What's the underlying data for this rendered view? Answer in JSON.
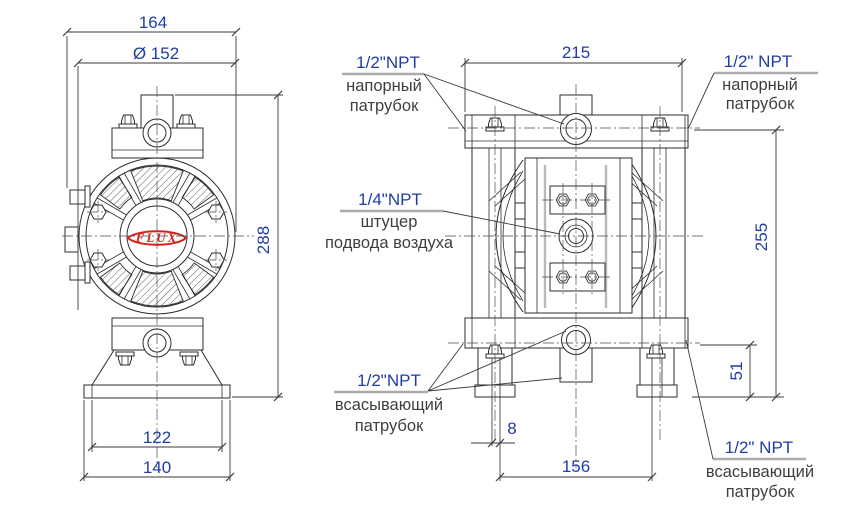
{
  "colors": {
    "dim": "#1f3da5",
    "label": "#3f3f3f",
    "line": "#2e2e2e",
    "underline": "#ababab",
    "logo": "#d0241c",
    "bg": "#ffffff"
  },
  "brand": {
    "logo_text": "FLUX"
  },
  "front_view": {
    "dims": {
      "overall_width": "164",
      "body_diameter": "Ø 152",
      "overall_height": "288",
      "base_slot_span": "122",
      "base_width": "140"
    }
  },
  "side_view": {
    "dims": {
      "manifold_width": "215",
      "port_center_height": "255",
      "foot_height": "51",
      "foot_slot_width": "8",
      "feet_span": "156"
    }
  },
  "callouts": {
    "discharge_left": {
      "thread": "1/2\"NPT",
      "desc1": "напорный",
      "desc2": "патрубок"
    },
    "discharge_right": {
      "thread": "1/2\" NPT",
      "desc1": "напорный",
      "desc2": "патрубок"
    },
    "air_inlet": {
      "thread": "1/4\"NPT",
      "desc1": "штуцер",
      "desc2": "подвода воздуха"
    },
    "suction_left": {
      "thread": "1/2\"NPT",
      "desc1": "всасывающий",
      "desc2": "патрубок"
    },
    "suction_right": {
      "thread": "1/2\" NPT",
      "desc1": "всасывающий",
      "desc2": "патрубок"
    }
  }
}
